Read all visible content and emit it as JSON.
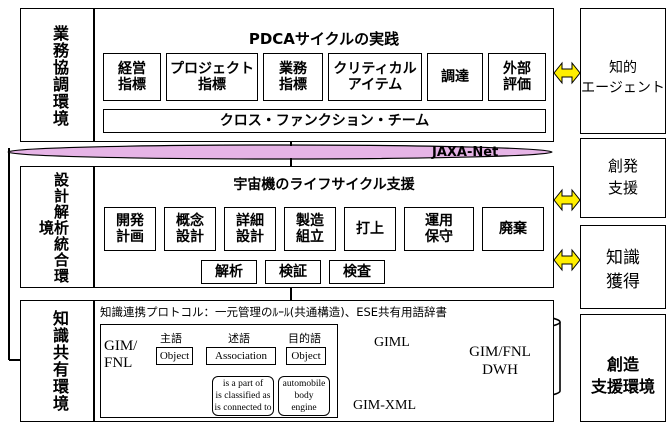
{
  "colors": {
    "arrow_yellow": "#ffee00",
    "arrow_orange": "#ffb000",
    "network_pink": "#e6b4e6",
    "book_red": "#a8322a"
  },
  "left_labels": {
    "business": "業務協調環境",
    "design": "設計解析統合環境",
    "knowledge": "知識共有環境"
  },
  "business": {
    "title": "PDCAサイクルの実践",
    "items": [
      "経営\n指標",
      "プロジェクト\n指標",
      "業務\n指標",
      "クリティカル\nアイテム",
      "調達",
      "外部\n評価"
    ],
    "cross_function": "クロス・ファンクション・チーム"
  },
  "network": {
    "label": "JAXA-Net"
  },
  "design": {
    "lifecycle": "宇宙機のライフサイクル支援",
    "phases": [
      "開発\n計画",
      "概念\n設計",
      "詳細\n設計",
      "製造\n組立",
      "打上",
      "運用\n保守",
      "廃棄"
    ],
    "tools": [
      "解析",
      "検証",
      "検査"
    ]
  },
  "knowledge": {
    "protocol": "知識連携プロトコル：一元管理のﾙｰﾙ(共通構造)、ESE共有用語辞書",
    "gim_fnl": "GIM/\nFNL",
    "subject_label": "主語",
    "predicate_label": "述語",
    "object_label": "目的語",
    "object_box": "Object",
    "association_box": "Association",
    "object_box2": "Object",
    "predicate_examples": "is a part of\nis classified as\nis connected to",
    "object_examples": "automobile\nbody\nengine",
    "gim_label": "GIML",
    "gim_xml_label": "GIM-XML",
    "dwh_label": "GIM/FNL\nDWH"
  },
  "right": {
    "agent": "知的\nエージェント",
    "creative": "創発\n支援",
    "acquire": "知識\n獲得",
    "env_title": "創造\n支援環境"
  }
}
